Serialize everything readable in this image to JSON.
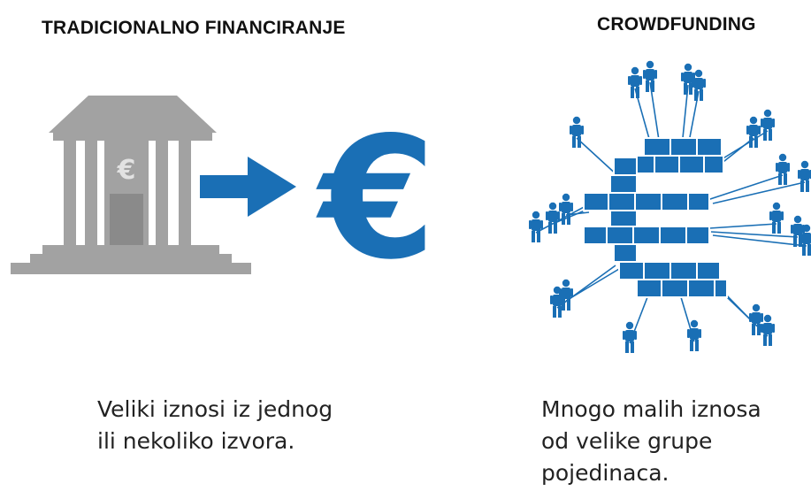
{
  "left": {
    "heading": "TRADICIONALNO FINANCIRANJE",
    "bank_symbol": "€",
    "money_symbol": "€",
    "caption_lines": [
      "Veliki iznosi iz jednog",
      "ili nekoliko izvora."
    ]
  },
  "right": {
    "heading": "CROWDFUNDING",
    "caption_lines": [
      "Mnogo malih iznosa",
      "od velike grupe",
      "pojedinaca."
    ]
  },
  "colors": {
    "blue": "#1a6fb5",
    "gray": "#a2a2a2",
    "dark_gray": "#8a8a8a"
  }
}
